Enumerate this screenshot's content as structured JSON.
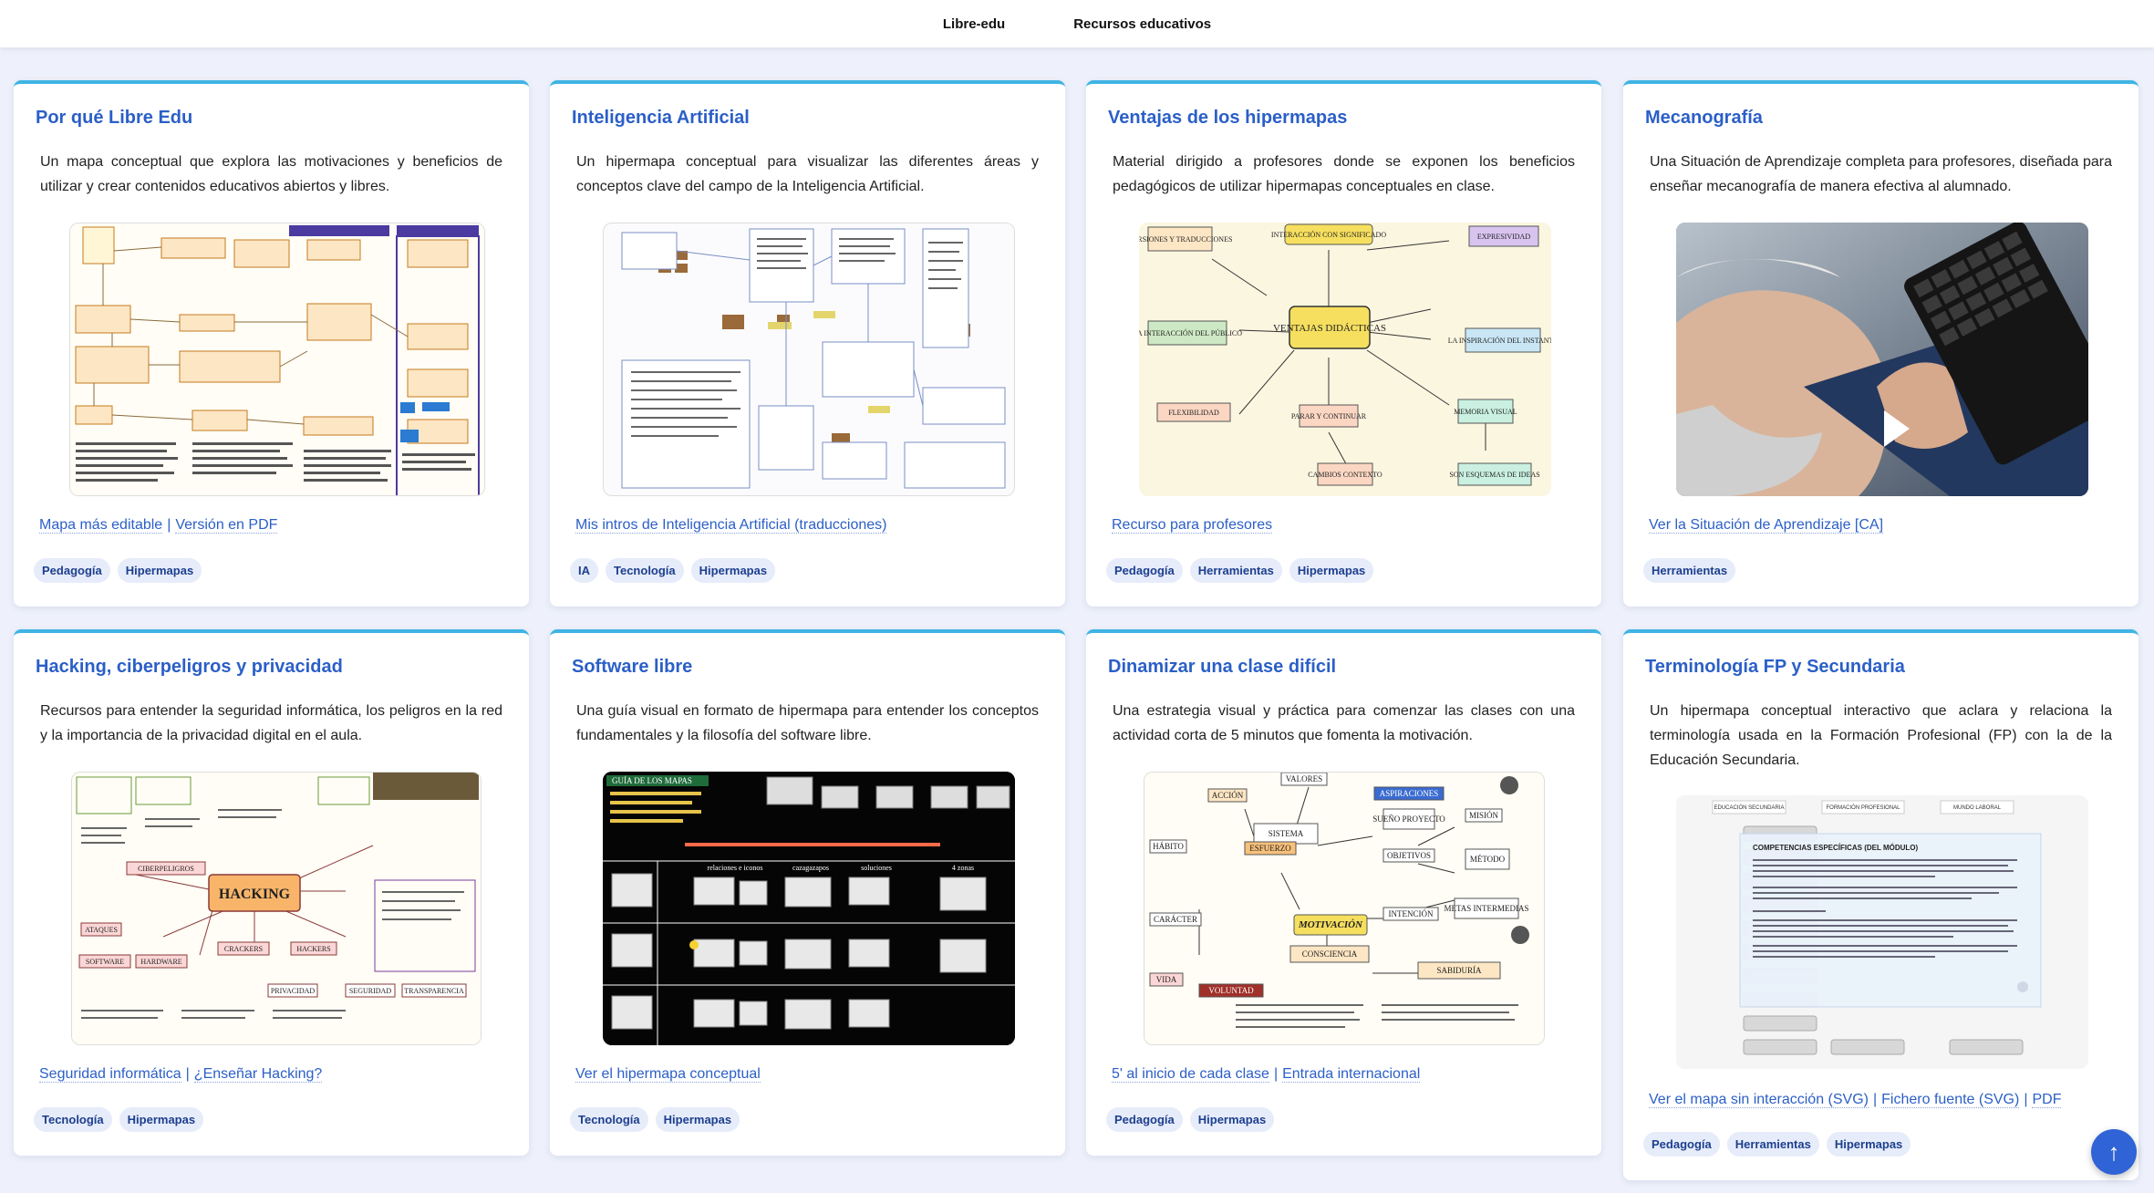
{
  "nav": {
    "items": [
      "Libre-edu",
      "Recursos educativos"
    ]
  },
  "cards": [
    {
      "title": "Por qué Libre Edu",
      "desc": "Un mapa conceptual que explora las motivaciones y beneficios de utilizar y crear contenidos educativos abiertos y libres.",
      "links": [
        "Mapa más editable",
        "Versión en PDF"
      ],
      "tags": [
        "Pedagogía",
        "Hipermapas"
      ]
    },
    {
      "title": "Inteligencia Artificial",
      "desc": "Un hipermapa conceptual para visualizar las diferentes áreas y conceptos clave del campo de la Inteligencia Artificial.",
      "links": [
        "Mis intros de Inteligencia Artificial (traducciones)"
      ],
      "tags": [
        "IA",
        "Tecnología",
        "Hipermapas"
      ]
    },
    {
      "title": "Ventajas de los hipermapas",
      "desc": "Material dirigido a profesores donde se exponen los beneficios pedagógicos de utilizar hipermapas conceptuales en clase.",
      "links": [
        "Recurso para profesores"
      ],
      "tags": [
        "Pedagogía",
        "Herramientas",
        "Hipermapas"
      ],
      "map": {
        "center": "VENTAJAS DIDÁCTICAS",
        "nodes": [
          "VERSIONES Y TRADUCCIONES",
          "INTERACCIÓN CON SIGNIFICADO",
          "EXPRESIVIDAD",
          "LA INTERACCIÓN DEL PÚBLICO",
          "LA INSPIRACIÓN DEL INSTANTE",
          "FLEXIBILIDAD",
          "PARAR Y CONTINUAR",
          "MEMORIA VISUAL",
          "CAMBIOS CONTEXTO",
          "SON ESQUEMAS DE IDEAS"
        ]
      }
    },
    {
      "title": "Mecanografía",
      "desc": "Una Situación de Aprendizaje completa para profesores, diseñada para enseñar mecanografía de manera efectiva al alumnado.",
      "links": [
        "Ver la Situación de Aprendizaje [CA]"
      ],
      "tags": [
        "Herramientas"
      ]
    },
    {
      "title": "Hacking, ciberpeligros y privacidad",
      "desc": "Recursos para entender la seguridad informática, los peligros en la red y la importancia de la privacidad digital en el aula.",
      "links": [
        "Seguridad informática",
        "¿Enseñar Hacking?"
      ],
      "tags": [
        "Tecnología",
        "Hipermapas"
      ],
      "map": {
        "center": "HACKING",
        "nodes": [
          "CIBERPELIGROS",
          "PRIVACIDAD",
          "ATAQUES",
          "SOFTWARE",
          "HARDWARE",
          "CRACKERS",
          "HACKERS",
          "SEGURIDAD",
          "TRANSPARENCIA"
        ]
      }
    },
    {
      "title": "Software libre",
      "desc": "Una guía visual en formato de hipermapa para entender los conceptos fundamentales y la filosofía del software libre.",
      "links": [
        "Ver el hipermapa conceptual"
      ],
      "tags": [
        "Tecnología",
        "Hipermapas"
      ],
      "map": {
        "guide": "GUÍA DE LOS MAPAS",
        "headers": [
          "relaciones e iconos",
          "cazagazapos",
          "soluciones",
          "4 zonas"
        ]
      }
    },
    {
      "title": "Dinamizar una clase difícil",
      "desc": "Una estrategia visual y práctica para comenzar las clases con una actividad corta de 5 minutos que fomenta la motivación.",
      "links": [
        "5' al inicio de cada clase",
        "Entrada internacional"
      ],
      "tags": [
        "Pedagogía",
        "Hipermapas"
      ],
      "map": {
        "center": "MOTIVACIÓN",
        "nodes": [
          "VALORES",
          "ACCIÓN",
          "SISTEMA",
          "ASPIRACIONES",
          "SUEÑO PROYECTO",
          "MISIÓN",
          "HÁBITO",
          "ESFUERZO",
          "OBJETIVOS",
          "MÉTODO",
          "CARÁCTER",
          "INTENCIÓN",
          "METAS INTERMEDIAS",
          "CONSCIENCIA",
          "VIDA",
          "VOLUNTAD",
          "SABIDURÍA"
        ]
      }
    },
    {
      "title": "Terminología FP y Secundaria",
      "desc": "Un hipermapa conceptual interactivo que aclara y relaciona la terminología usada en la Formación Profesional (FP) con la de la Educación Secundaria.",
      "links": [
        "Ver el mapa sin interacción (SVG)",
        "Fichero fuente (SVG)",
        "PDF"
      ],
      "tags": [
        "Pedagogía",
        "Herramientas",
        "Hipermapas"
      ],
      "map": {
        "columns": [
          "EDUCACIÓN SECUNDARIA",
          "FORMACIÓN PROFESIONAL",
          "MUNDO LABORAL"
        ],
        "popup_title": "COMPETENCIAS ESPECÍFICAS (DEL MÓDULO)"
      }
    }
  ],
  "scroll_top_icon": "↑",
  "colors": {
    "accent": "#3fb4e4",
    "link": "#2b5fc7",
    "tag_bg": "#e6ecf9"
  }
}
